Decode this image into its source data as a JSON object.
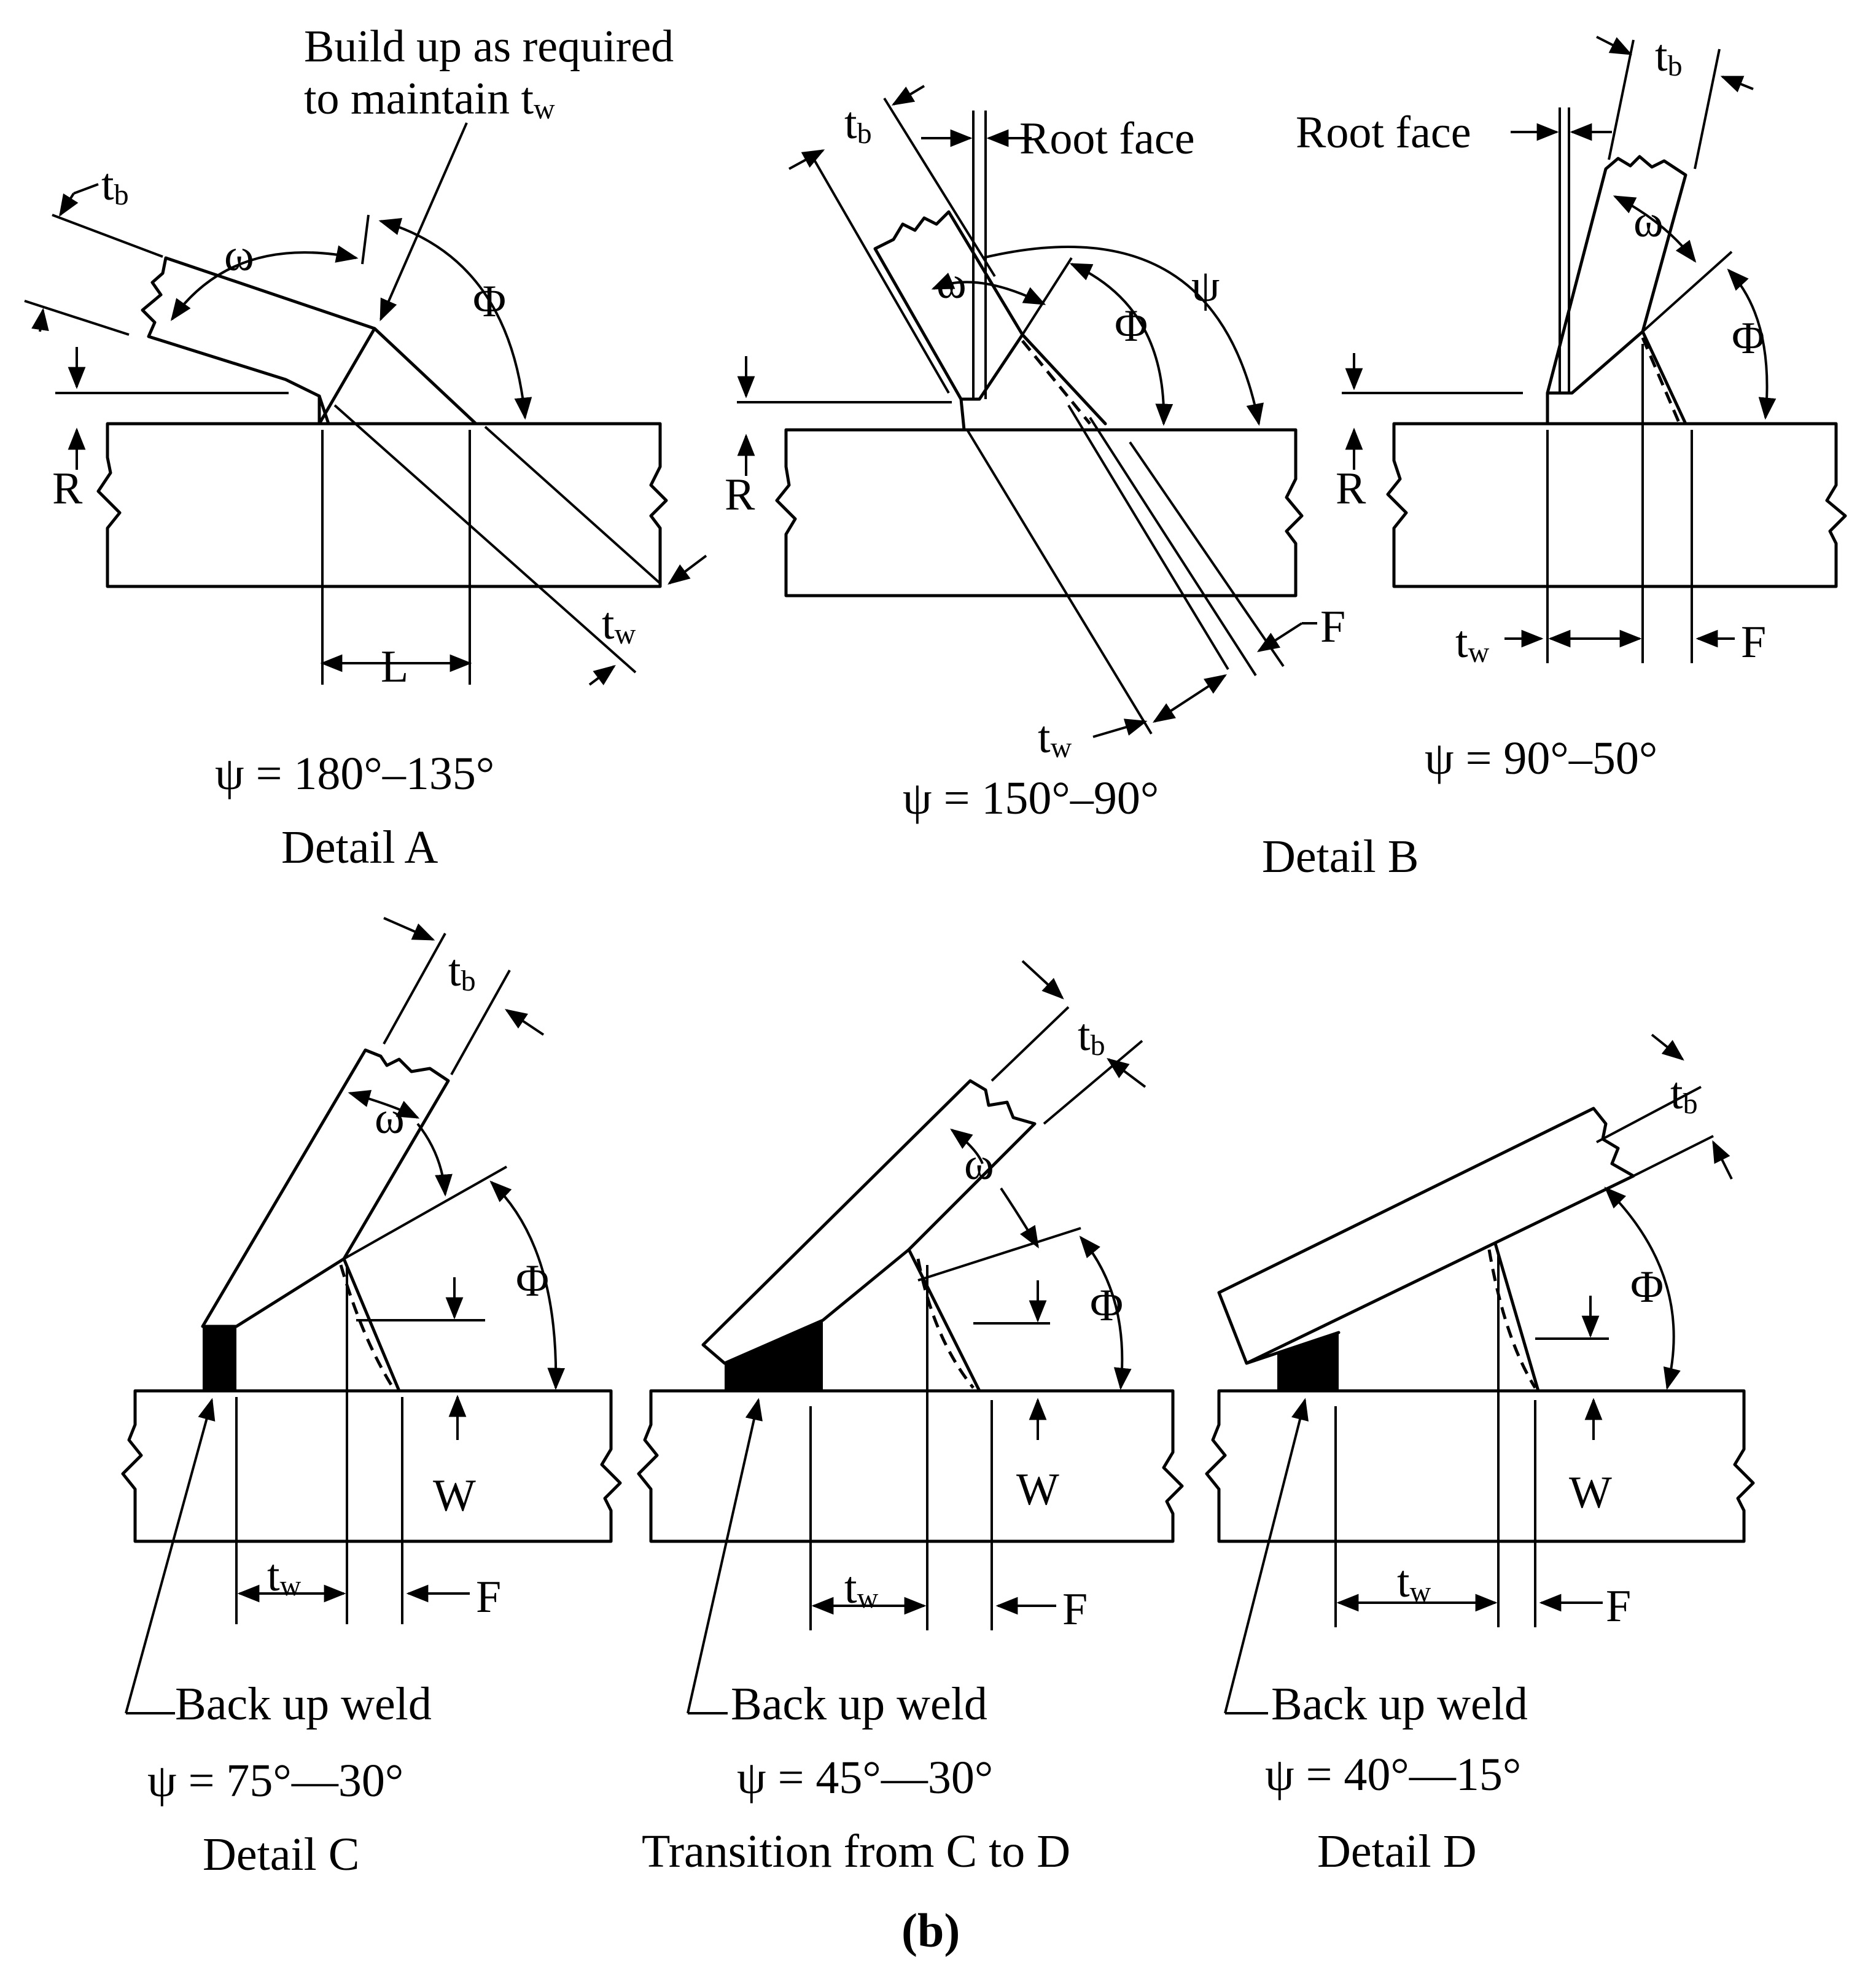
{
  "figure_label": "(b)",
  "details": {
    "a": {
      "annotation": "Build up as required",
      "annotation_line2": "to maintain t",
      "annotation_line2_sub": "w",
      "psi_range": "ψ = 180°–135°",
      "caption": "Detail A"
    },
    "b_left": {
      "root_face": "Root face",
      "psi_range": "ψ = 150°–90°"
    },
    "b_right": {
      "root_face": "Root face",
      "psi_range": "ψ = 90°–50°"
    },
    "b": {
      "caption": "Detail B"
    },
    "c": {
      "backup": "Back up weld",
      "psi_range": "ψ = 75°—30°",
      "caption": "Detail C"
    },
    "cd": {
      "backup": "Back up weld",
      "psi_range": "ψ = 45°—30°",
      "caption": "Transition from C to D"
    },
    "d": {
      "backup": "Back up weld",
      "psi_range": "ψ = 40°—15°",
      "caption": "Detail D"
    }
  },
  "symbols": {
    "t": "t",
    "b": "b",
    "w": "w",
    "omega": "ω",
    "phi": "Φ",
    "psi": "ψ",
    "L": "L",
    "R": "R",
    "F": "F",
    "W": "W"
  }
}
